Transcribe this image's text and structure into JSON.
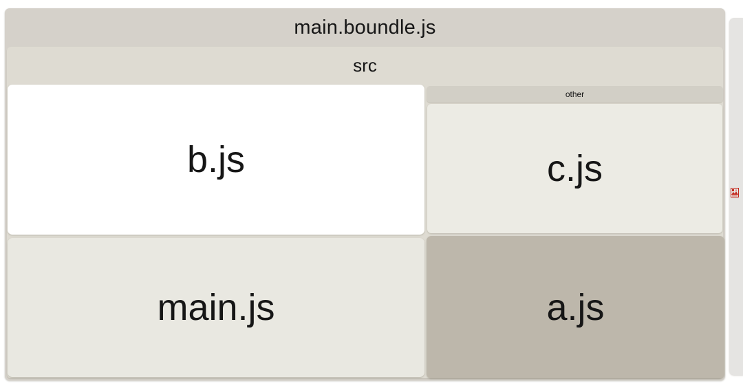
{
  "chart_data": {
    "type": "treemap",
    "title": "main.boundle.js",
    "legend": false,
    "root": {
      "name": "main.boundle.js",
      "children": [
        {
          "name": "src",
          "children": [
            {
              "name": "b.js",
              "approx_area_pct": 30
            },
            {
              "name": "main.js",
              "approx_area_pct": 28
            },
            {
              "name": "other",
              "children": [
                {
                  "name": "c.js",
                  "approx_area_pct": 21
                }
              ]
            },
            {
              "name": "a.js",
              "approx_area_pct": 20
            }
          ]
        }
      ]
    },
    "layout_hints": {
      "column_split_pct": 58,
      "rows": 2,
      "nesting": "bundle > src > cells"
    }
  },
  "treemap": {
    "bundle_label": "main.boundle.js",
    "src_label": "src",
    "other_label": "other",
    "cells": {
      "b": "b.js",
      "c": "c.js",
      "main": "main.js",
      "a": "a.js"
    },
    "colors": {
      "bundle_bg": "#d5d1ca",
      "src_bg": "#dedbd2",
      "other_header_bg": "#d2cfc6",
      "cell_b_bg": "#ffffff",
      "cell_c_bg": "#ecebe4",
      "cell_main_bg": "#e9e8e1",
      "cell_a_bg": "#bdb7ab",
      "text": "#161616"
    }
  },
  "side_panel": {
    "icon": "broken-image-icon",
    "icon_color": "#c5271c",
    "bg": "#e5e4e2"
  }
}
